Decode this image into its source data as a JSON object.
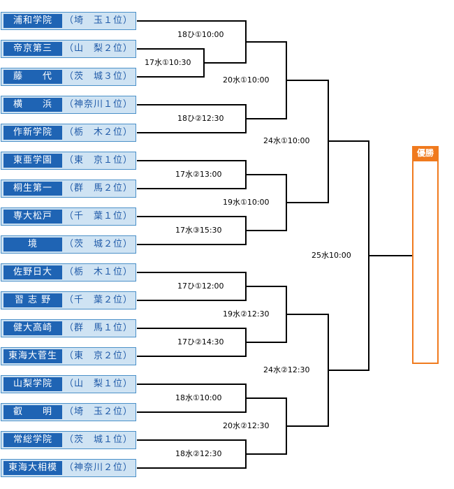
{
  "teams": [
    {
      "name": "浦和学院",
      "seed": "（埼　玉１位）"
    },
    {
      "name": "帝京第三",
      "seed": "（山　梨２位）"
    },
    {
      "name": "藤　　代",
      "seed": "（茨　城３位）"
    },
    {
      "name": "横　　浜",
      "seed": "（神奈川１位）"
    },
    {
      "name": "作新学院",
      "seed": "（栃　木２位）"
    },
    {
      "name": "東亜学園",
      "seed": "（東　京１位）"
    },
    {
      "name": "桐生第一",
      "seed": "（群　馬２位）"
    },
    {
      "name": "専大松戸",
      "seed": "（千　葉１位）"
    },
    {
      "name": "境",
      "seed": "（茨　城２位）"
    },
    {
      "name": "佐野日大",
      "seed": "（栃　木１位）"
    },
    {
      "name": "習 志 野",
      "seed": "（千　葉２位）"
    },
    {
      "name": "健大高崎",
      "seed": "（群　馬１位）"
    },
    {
      "name": "東海大菅生",
      "seed": "（東　京２位）"
    },
    {
      "name": "山梨学院",
      "seed": "（山　梨１位）"
    },
    {
      "name": "叡　　明",
      "seed": "（埼　玉２位）"
    },
    {
      "name": "常総学院",
      "seed": "（茨　城１位）"
    },
    {
      "name": "東海大相模",
      "seed": "（神奈川２位）"
    }
  ],
  "matches": {
    "r0": "17水①10:30",
    "r1a": "18ひ①10:00",
    "r1b": "18ひ②12:30",
    "r1c": "17水②13:00",
    "r1d": "17水③15:30",
    "r1e": "17ひ①12:00",
    "r1f": "17ひ②14:30",
    "r1g": "18水①10:00",
    "r1h": "18水②12:30",
    "qf1": "20水①10:00",
    "qf2": "19水①10:00",
    "qf3": "19水②12:30",
    "qf4": "20水②12:30",
    "sf1": "24水①10:00",
    "sf2": "24水②12:30",
    "final": "25水10:00"
  },
  "champion_label": "優勝",
  "colors": {
    "team_name_bg": "#1f64b4",
    "team_box_bg": "#cfe3f3",
    "seed_text": "#1f5aa8",
    "champion": "#f07a1e",
    "lines": "#000000"
  }
}
